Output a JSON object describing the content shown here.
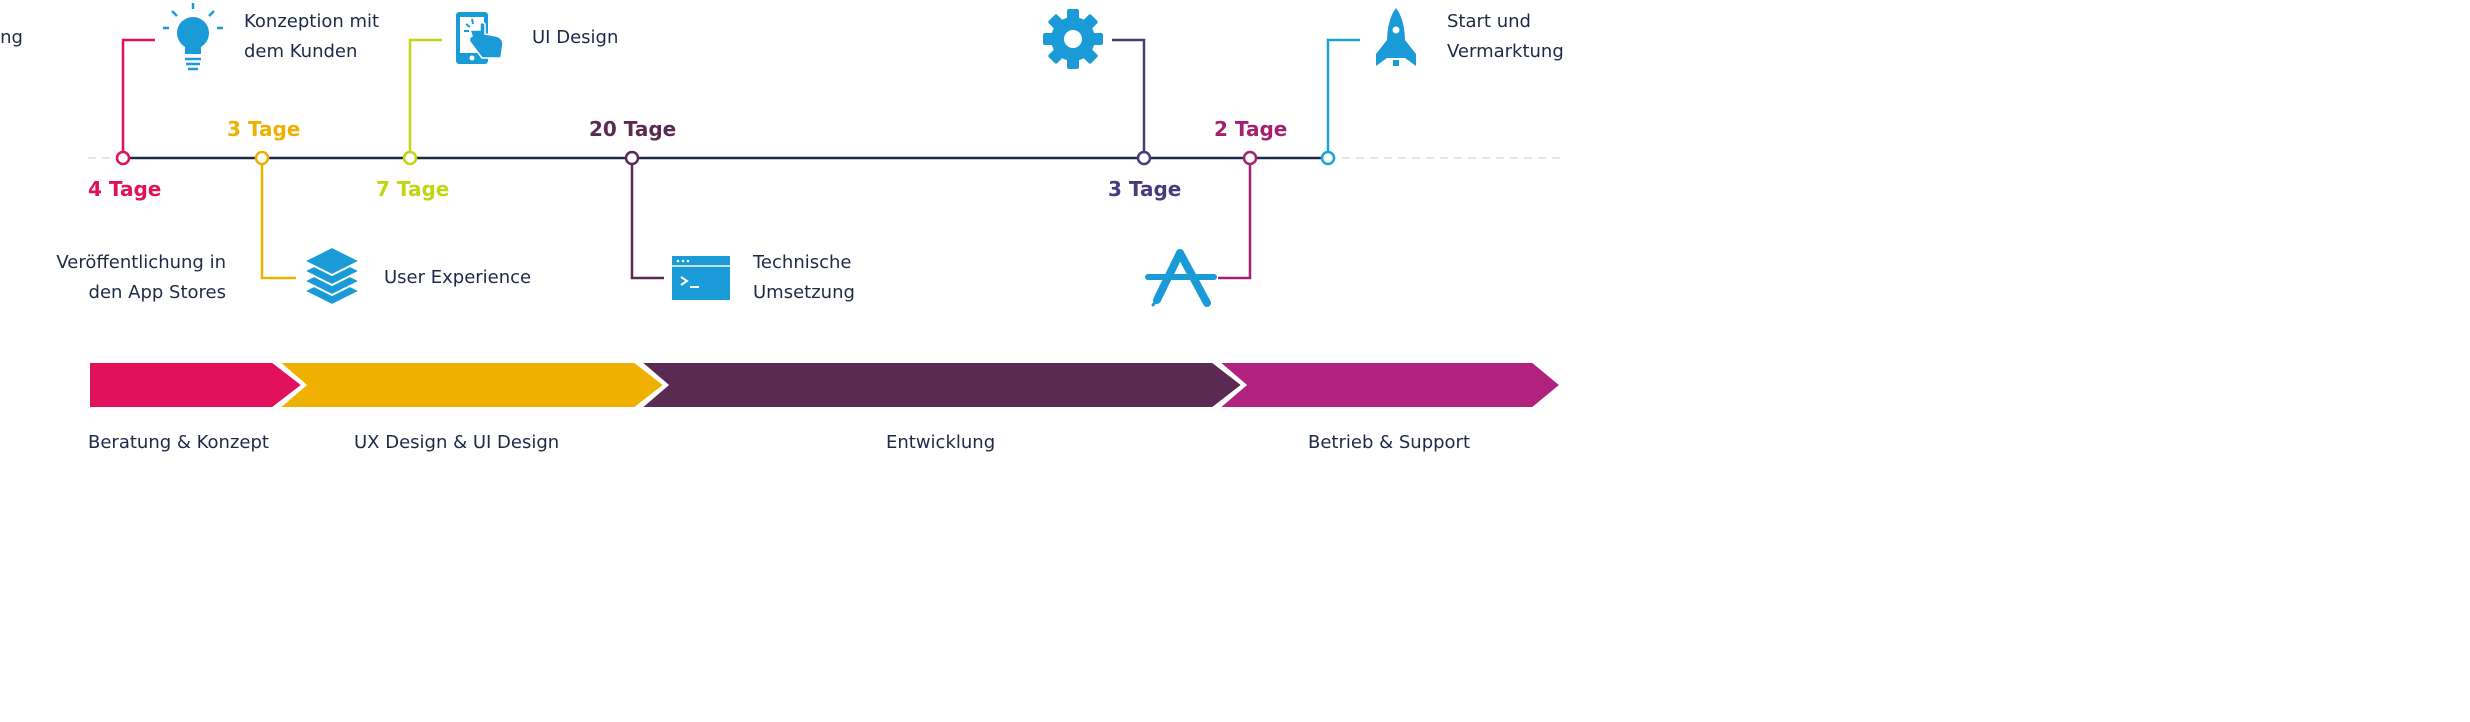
{
  "steps": [
    {
      "label": "Konzeption mit\ndem Kunden",
      "days": "4 Tage",
      "icon": "lightbulb-icon",
      "color": "#e0105a"
    },
    {
      "label": "User Experience",
      "days": "3 Tage",
      "icon": "layers-icon",
      "color": "#f0b000"
    },
    {
      "label": "UI Design",
      "days": "7 Tage",
      "icon": "touch-phone-icon",
      "color": "#c2d412"
    },
    {
      "label": "Technische\nUmsetzung",
      "days": "20 Tage",
      "icon": "terminal-icon",
      "color": "#5a2a52"
    },
    {
      "label": "Qualitätssicherung",
      "days": "3 Tage",
      "icon": "gear-icon",
      "color": "#4a3a7a"
    },
    {
      "label": "Veröffentlichung in\nden App Stores",
      "days": "2 Tage",
      "icon": "app-store-icon",
      "color": "#a3216e"
    },
    {
      "label": "Start und\nVermarktung",
      "days": "",
      "icon": "rocket-icon",
      "color": "#1aa3d6"
    }
  ],
  "phases": [
    {
      "label": "Beratung & Konzept",
      "color": "#e0105a"
    },
    {
      "label": "UX Design & UI Design",
      "color": "#f0b000"
    },
    {
      "label": "Entwicklung",
      "color": "#5a2a52"
    },
    {
      "label": "Betrieb & Support",
      "color": "#b0227e"
    }
  ],
  "colors": {
    "timeline": "#1c2a48",
    "icon": "#1a9ad6",
    "text": "#1c2a48"
  }
}
